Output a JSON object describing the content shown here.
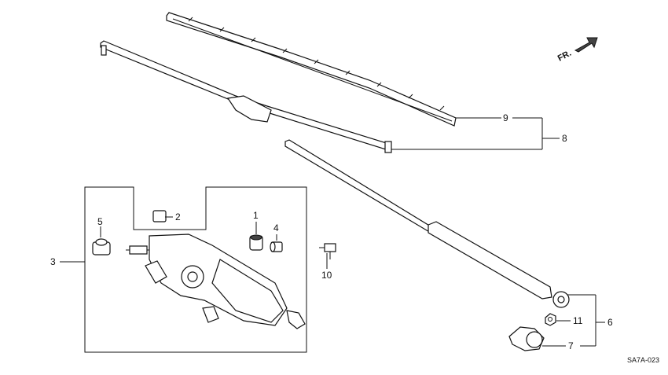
{
  "callouts": [
    "1",
    "2",
    "3",
    "4",
    "5",
    "6",
    "7",
    "8",
    "9",
    "10",
    "11"
  ],
  "direction_label": "FR.",
  "diagram_code": "SA7A-023"
}
